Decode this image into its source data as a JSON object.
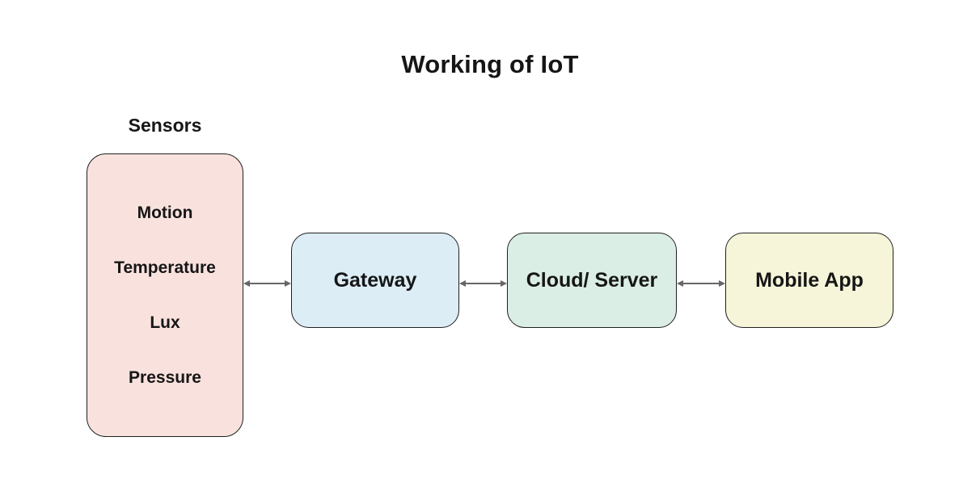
{
  "title": "Working of IoT",
  "diagram": {
    "sensors_group": {
      "label": "Sensors",
      "fill": "#f9e2de",
      "items": [
        {
          "label": "Motion"
        },
        {
          "label": "Temperature"
        },
        {
          "label": "Lux"
        },
        {
          "label": "Pressure"
        }
      ]
    },
    "nodes": [
      {
        "id": "gateway",
        "label": "Gateway",
        "fill": "#dcedf6"
      },
      {
        "id": "cloud-server",
        "label": "Cloud/ Server",
        "fill": "#dbeee5"
      },
      {
        "id": "mobile-app",
        "label": "Mobile App",
        "fill": "#f6f5d9"
      }
    ],
    "connectors": [
      {
        "from": "sensors",
        "to": "gateway",
        "style": "double-arrow"
      },
      {
        "from": "gateway",
        "to": "cloud-server",
        "style": "double-arrow"
      },
      {
        "from": "cloud-server",
        "to": "mobile-app",
        "style": "double-arrow"
      }
    ],
    "colors": {
      "connector": "#666666",
      "border": "#1f1f1f",
      "text": "#161616",
      "background": "#ffffff"
    }
  }
}
